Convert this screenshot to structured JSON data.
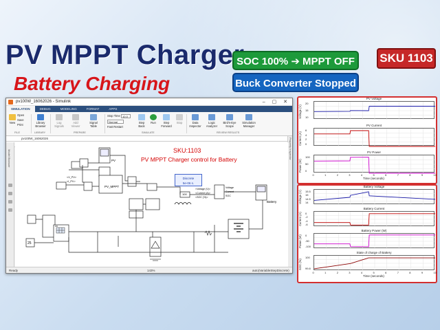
{
  "header": {
    "title": "PV MPPT Charger",
    "subtitle": "Battery Charging",
    "badge_soc": "SOC 100% ➔ MPPT OFF",
    "badge_buck": "Buck Converter Stopped",
    "badge_sku": "SKU 1103",
    "colors": {
      "title": "#1a2a6c",
      "subtitle": "#d7151a",
      "soc": "#1d9a3a",
      "buck": "#1565c0",
      "sku": "#c62828"
    }
  },
  "window": {
    "title": "pv100W_16062026 - Simulink",
    "tabs": [
      "SIMULATION",
      "DEBUG",
      "MODELING",
      "FORMAT",
      "APPS"
    ],
    "ribbon": {
      "file": {
        "new": "New",
        "open": "Open",
        "save": "Save",
        "print": "Print",
        "label": "FILE"
      },
      "library": {
        "browser": "Library Browser",
        "label": "LIBRARY"
      },
      "prepare": {
        "log_signals": "Log Signals",
        "add_viewer": "Add Viewer",
        "signal_table": "Signal Table",
        "label": "PREPARE"
      },
      "simulate": {
        "stop_time_label": "Stop Time",
        "stop_time_value": "10.0",
        "mode": "Normal",
        "fast_restart": "Fast Restart",
        "step_back": "Step Back",
        "run": "Run",
        "step_forward": "Step Forward",
        "stop": "Stop",
        "label": "SIMULATE"
      },
      "review": {
        "data_inspector": "Data Inspector",
        "logic_analyzer": "Logic Analyzer",
        "birds_eye": "Bird's-Eye Scope",
        "sim_manager": "Simulation Manager",
        "label": "REVIEW RESULTS"
      }
    },
    "address": "pv100W_16062026",
    "breadcrumb": "pv100W_16062026 ▸",
    "left_label": "Model Browser",
    "right_label": "Property Inspector",
    "canvas": {
      "title1": "SKU:1103",
      "title2": "PV MPPT Charger control for Battery",
      "discrete_line1": "Discrete",
      "discrete_line2": "5e-06 s.",
      "block_pv": "PV",
      "block_pv_mppt": "PV_MPPT",
      "block_battery": "Battery",
      "label_vpv": "<V_PV>",
      "label_ipv": "<I_PV>",
      "label_voltage": "<Voltage (V)>",
      "label_current": "<Current (A)>",
      "label_soc": "<SOC (%)>",
      "label_current_short": "Current",
      "label_voltage_short": "Voltage",
      "label_soc_short": "SOC",
      "block_25": "25",
      "block_100": "100"
    },
    "status": {
      "left": "Ready",
      "center": "143%",
      "right": "auto(VariableStepDiscrete)"
    }
  },
  "scopes_top": [
    {
      "title": "PV Voltage",
      "ylabel": "Voltage (V)",
      "yticks": [
        "20",
        "15",
        "10"
      ],
      "color": "#1a1aa8"
    },
    {
      "title": "PV Current",
      "ylabel": "Current (A)",
      "yticks": [
        "6",
        "4",
        "2",
        "0"
      ],
      "color": "#c00000"
    },
    {
      "title": "PV Power",
      "ylabel": "Power (W)",
      "yticks": [
        "100",
        "50",
        "0"
      ],
      "color": "#cc00cc"
    }
  ],
  "scopes_top_xticks": [
    "0",
    "1",
    "2",
    "3",
    "4",
    "5",
    "6",
    "7",
    "8",
    "9",
    "10"
  ],
  "scopes_top_xlabel": "Time (seconds)",
  "scopes_bottom": [
    {
      "title": "Battery Voltage",
      "ylabel": "Voltage (V)",
      "yticks": [
        "15.5",
        "15",
        "14.5",
        "14"
      ],
      "color": "#1a1aa8"
    },
    {
      "title": "Battery Current",
      "ylabel": "Current (A)",
      "yticks": [
        "0",
        "-2",
        "-4",
        "-6"
      ],
      "color": "#c00000"
    },
    {
      "title": "Battery Power (W)",
      "ylabel": "Power (W)",
      "yticks": [
        "0",
        "-50",
        "-100"
      ],
      "color": "#cc00cc"
    },
    {
      "title": "State of charge of Battery",
      "ylabel": "SOC (%)",
      "yticks": [
        "100",
        "99.8"
      ],
      "color": "#8b0000"
    }
  ],
  "scopes_bottom_xticks": [
    "0",
    "1",
    "2",
    "3",
    "4",
    "5",
    "6",
    "7",
    "8",
    "9",
    "10"
  ],
  "scopes_bottom_xlabel": "Time (seconds)",
  "chart_data": [
    {
      "type": "line",
      "title": "PV Voltage",
      "ylabel": "Voltage (V)",
      "ylim": [
        10,
        22
      ],
      "xlim": [
        0,
        10
      ],
      "series": [
        {
          "x": [
            0,
            2.95,
            3.0,
            4.5,
            4.55,
            10
          ],
          "y": [
            15.4,
            15.6,
            16.1,
            16.0,
            19.0,
            19.0
          ]
        }
      ]
    },
    {
      "type": "line",
      "title": "PV Current",
      "ylabel": "Current (A)",
      "ylim": [
        0,
        7
      ],
      "xlim": [
        0,
        10
      ],
      "series": [
        {
          "x": [
            0,
            2.95,
            3.0,
            4.5,
            4.55,
            10
          ],
          "y": [
            4.9,
            4.9,
            6.2,
            6.2,
            0,
            0
          ]
        }
      ]
    },
    {
      "type": "line",
      "title": "PV Power",
      "ylabel": "Power (W)",
      "ylim": [
        0,
        110
      ],
      "xlim": [
        0,
        10
      ],
      "series": [
        {
          "x": [
            0,
            2.95,
            3.0,
            4.5,
            4.55,
            10
          ],
          "y": [
            75,
            76,
            98,
            99,
            0,
            0
          ]
        }
      ]
    },
    {
      "type": "line",
      "title": "Battery Voltage",
      "ylabel": "Voltage (V)",
      "ylim": [
        14,
        15.5
      ],
      "xlim": [
        0,
        10
      ],
      "series": [
        {
          "x": [
            0,
            2.95,
            3.0,
            4.5,
            4.55,
            10
          ],
          "y": [
            14.45,
            14.75,
            14.95,
            15.3,
            14.9,
            14.55
          ]
        }
      ]
    },
    {
      "type": "line",
      "title": "Battery Current",
      "ylabel": "Current (A)",
      "ylim": [
        -7,
        1
      ],
      "xlim": [
        0,
        10
      ],
      "series": [
        {
          "x": [
            0,
            2.95,
            3.0,
            4.5,
            4.55,
            10
          ],
          "y": [
            -4.7,
            -4.7,
            -6.0,
            -6.0,
            0,
            0
          ]
        }
      ]
    },
    {
      "type": "line",
      "title": "Battery Power (W)",
      "ylabel": "Power (W)",
      "ylim": [
        -110,
        10
      ],
      "xlim": [
        0,
        10
      ],
      "series": [
        {
          "x": [
            0,
            2.95,
            3.0,
            4.5,
            4.55,
            10
          ],
          "y": [
            -70,
            -70,
            -92,
            -93,
            0,
            0
          ]
        }
      ]
    },
    {
      "type": "line",
      "title": "State of charge of Battery",
      "ylabel": "SOC (%)",
      "ylim": [
        99.7,
        100.05
      ],
      "xlim": [
        0,
        10
      ],
      "series": [
        {
          "x": [
            0,
            3,
            4.5,
            4.55,
            10
          ],
          "y": [
            99.75,
            99.87,
            100.0,
            100.0,
            100.0
          ]
        }
      ]
    }
  ]
}
